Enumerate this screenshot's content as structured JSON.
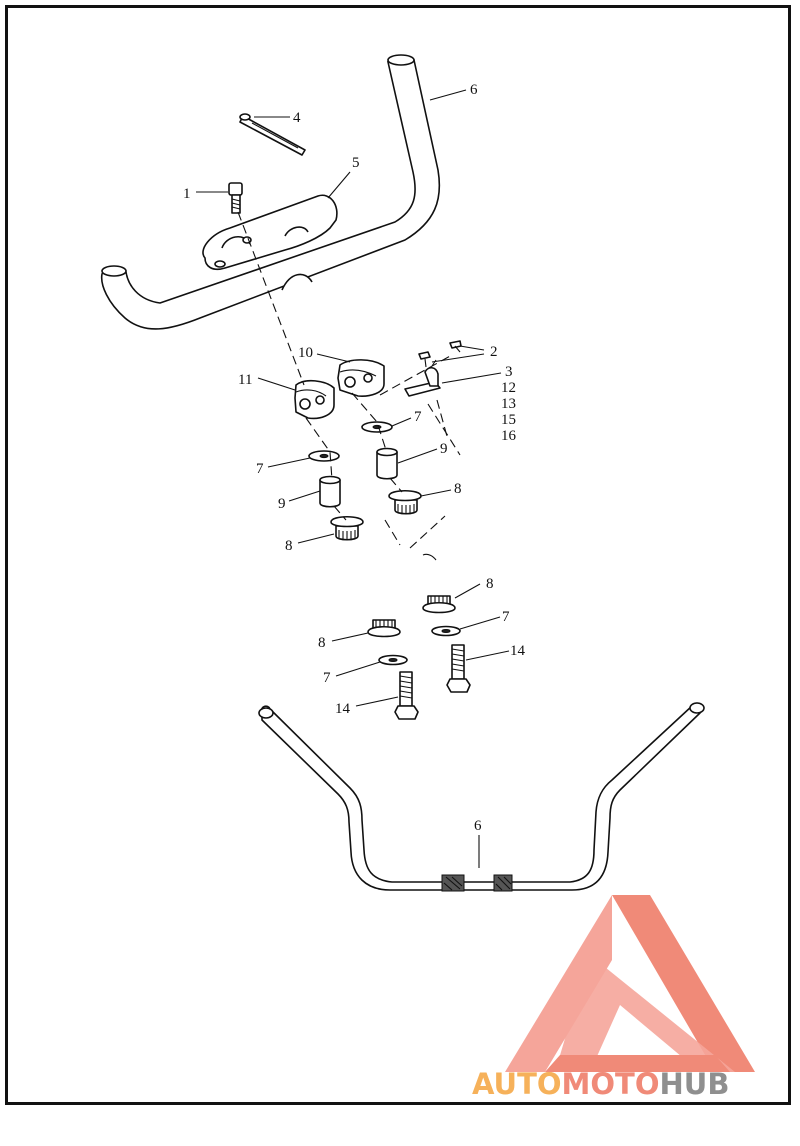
{
  "callouts": {
    "c1": "1",
    "c2": "2",
    "c3": "3",
    "c4": "4",
    "c5": "5",
    "c6_top": "6",
    "c6_bottom": "6",
    "c7_a": "7",
    "c7_b": "7",
    "c7_c": "7",
    "c7_d": "7",
    "c8_a": "8",
    "c8_b": "8",
    "c8_c": "8",
    "c8_d": "8",
    "c9_a": "9",
    "c9_b": "9",
    "c10": "10",
    "c11": "11",
    "c12": "12",
    "c13": "13",
    "c14_a": "14",
    "c14_b": "14",
    "c15": "15",
    "c16": "16"
  },
  "watermark": {
    "part1": "AUTO",
    "part2": "MOTO",
    "part3": "HUB",
    "colors": {
      "accent": "#f08a78",
      "accent_dark": "#f6a79a",
      "orange": "#f6b15a",
      "grey": "#8f8f8f"
    }
  }
}
